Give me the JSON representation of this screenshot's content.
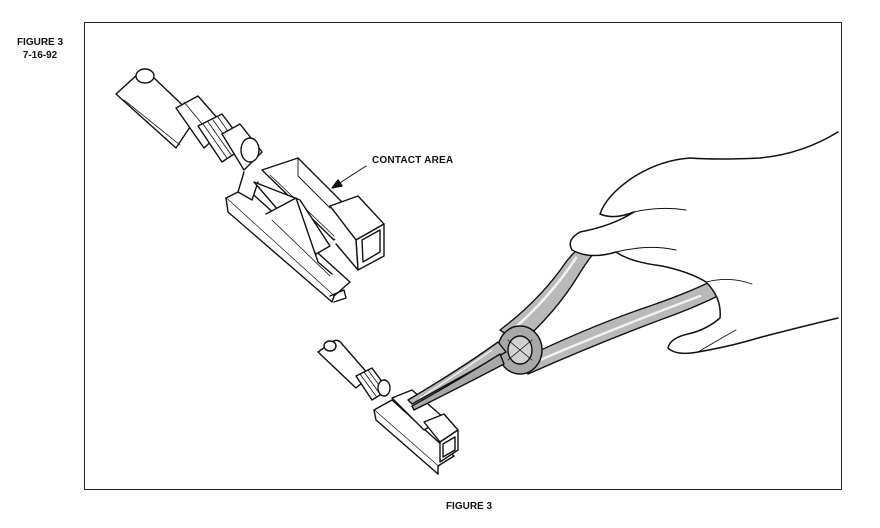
{
  "figure_id": {
    "line1": "FIGURE 3",
    "line2": "7-16-92"
  },
  "callout": {
    "contact_area": "CONTACT AREA"
  },
  "caption": "FIGURE 3"
}
